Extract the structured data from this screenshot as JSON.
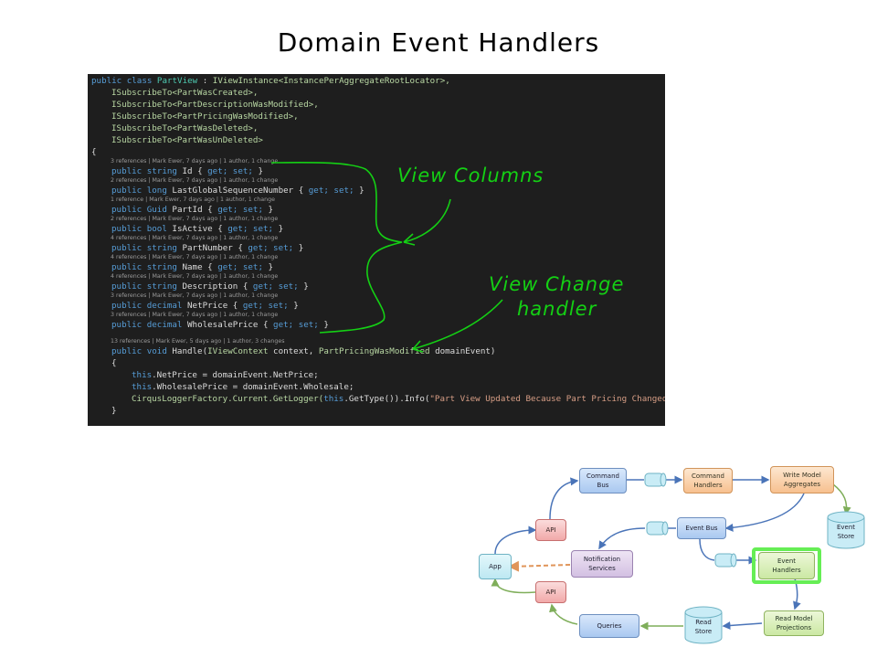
{
  "title": "Domain Event Handlers",
  "code": {
    "header": [
      {
        "k": "public class ",
        "t": "PartView",
        "r": " : ",
        "i": "IViewInstance<InstancePerAggregateRootLocator>,"
      },
      {
        "i": "ISubscribeTo<PartWasCreated>,"
      },
      {
        "i": "ISubscribeTo<PartDescriptionWasModified>,"
      },
      {
        "i": "ISubscribeTo<PartPricingWasModified>,"
      },
      {
        "i": "ISubscribeTo<PartWasDeleted>,"
      },
      {
        "i": "ISubscribeTo<PartWasUnDeleted>"
      }
    ],
    "open_brace": "{",
    "properties": [
      {
        "lens": "3 references | Mark Ewer, 7 days ago | 1 author, 1 change",
        "mod": "public",
        "type": "string",
        "name": "Id { ",
        "acc": "get; set; }"
      },
      {
        "lens": "2 references | Mark Ewer, 7 days ago | 1 author, 1 change",
        "mod": "public",
        "type": "long",
        "name": "LastGlobalSequenceNumber { ",
        "acc": "get; set; }"
      },
      {
        "lens": "1 reference | Mark Ewer, 7 days ago | 1 author, 1 change",
        "mod": "public",
        "type": "Guid",
        "name": "PartId { ",
        "acc": "get; set; }"
      },
      {
        "lens": "2 references | Mark Ewer, 7 days ago | 1 author, 1 change",
        "mod": "public",
        "type": "bool",
        "name": "IsActive { ",
        "acc": "get; set; }"
      },
      {
        "lens": "4 references | Mark Ewer, 7 days ago | 1 author, 1 change",
        "mod": "public",
        "type": "string",
        "name": "PartNumber { ",
        "acc": "get; set; }"
      },
      {
        "lens": "4 references | Mark Ewer, 7 days ago | 1 author, 1 change",
        "mod": "public",
        "type": "string",
        "name": "Name { ",
        "acc": "get; set; }"
      },
      {
        "lens": "4 references | Mark Ewer, 7 days ago | 1 author, 1 change",
        "mod": "public",
        "type": "string",
        "name": "Description { ",
        "acc": "get; set; }"
      },
      {
        "lens": "3 references | Mark Ewer, 7 days ago | 1 author, 1 change",
        "mod": "public",
        "type": "decimal",
        "name": "NetPrice { ",
        "acc": "get; set; }"
      },
      {
        "lens": "3 references | Mark Ewer, 7 days ago | 1 author, 1 change",
        "mod": "public",
        "type": "decimal",
        "name": "WholesalePrice { ",
        "acc": "get; set; }"
      }
    ],
    "handler_lens": "13 references | Mark Ewer, 5 days ago | 1 author, 3 changes",
    "handler_sig": [
      "public void ",
      "Handle(",
      "IViewContext",
      " context, ",
      "PartPricingWasModified",
      " domainEvent)"
    ],
    "body_open": "{",
    "body": [
      [
        "this",
        ".NetPrice = domainEvent.NetPrice;"
      ],
      [
        "this",
        ".WholesalePrice = domainEvent.Wholesale;"
      ],
      [
        "CirqusLoggerFactory.Current.GetLogger(",
        "this",
        ".GetType()).Info(",
        "\"Part View Updated Because Part Pricing Changed.\"",
        ");"
      ]
    ],
    "body_close": "}"
  },
  "annotations": {
    "view_columns": "View Columns",
    "view_change_handler_1": "View Change",
    "view_change_handler_2": "handler",
    "ink_color": "#11d311"
  },
  "diagram": {
    "command_bus": [
      "Command",
      "Bus"
    ],
    "command_handlers": [
      "Command",
      "Handlers"
    ],
    "write_model": [
      "Write Model",
      "Aggregates"
    ],
    "event_store": [
      "Event",
      "Store"
    ],
    "event_bus": "Event Bus",
    "notification": [
      "Notification",
      "Services"
    ],
    "event_handlers": [
      "Event",
      "Handlers"
    ],
    "read_model_proj": [
      "Read Model",
      "Projections"
    ],
    "read_store": [
      "Read",
      "Store"
    ],
    "queries": "Queries",
    "api_top": "API",
    "api_bottom": "API",
    "app": "App",
    "highlight_color": "#66ee55"
  }
}
